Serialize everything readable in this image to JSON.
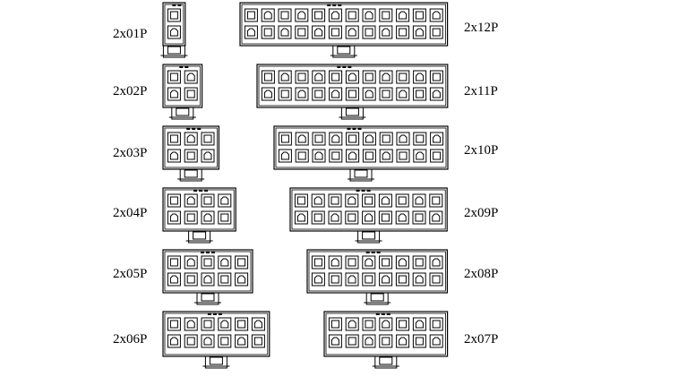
{
  "diagram": {
    "left_column": [
      {
        "label": "2x01P",
        "pins_per_row": 1
      },
      {
        "label": "2x02P",
        "pins_per_row": 2
      },
      {
        "label": "2x03P",
        "pins_per_row": 3
      },
      {
        "label": "2x04P",
        "pins_per_row": 4
      },
      {
        "label": "2x05P",
        "pins_per_row": 5
      },
      {
        "label": "2x06P",
        "pins_per_row": 6
      }
    ],
    "right_column": [
      {
        "label": "2x12P",
        "pins_per_row": 12
      },
      {
        "label": "2x11P",
        "pins_per_row": 11
      },
      {
        "label": "2x10P",
        "pins_per_row": 10
      },
      {
        "label": "2x09P",
        "pins_per_row": 9
      },
      {
        "label": "2x08P",
        "pins_per_row": 8
      },
      {
        "label": "2x07P",
        "pins_per_row": 7
      }
    ],
    "colors": {
      "line": "#000000",
      "background": "#ffffff"
    }
  }
}
